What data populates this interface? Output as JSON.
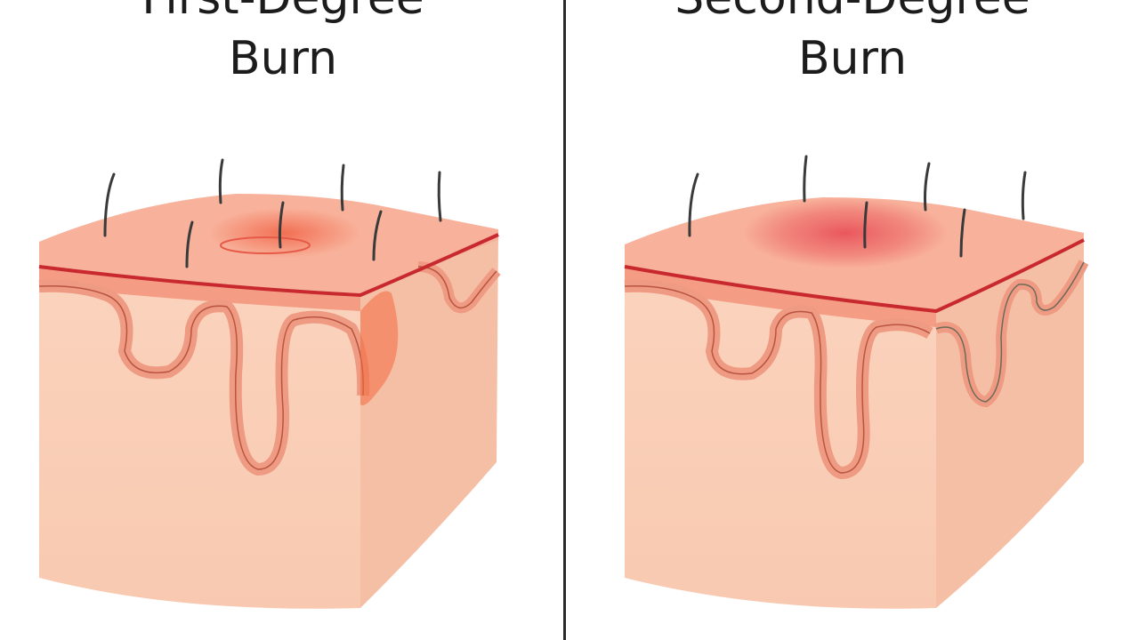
{
  "panels": [
    {
      "title_line1": "First-Degree",
      "title_line2": "Burn",
      "burn_color": "#f2603a"
    },
    {
      "title_line1": "Second-Degree",
      "title_line2": "Burn",
      "burn_color": "#e44a52"
    }
  ],
  "colors": {
    "skin_front": "#fad0b8",
    "skin_side": "#f6bea4",
    "skin_top": "#f7a88e",
    "dermis_band": "#f59c84",
    "epidermis_line": "#c8292f",
    "hair": "#3a3a3a",
    "divider": "#2b2b2b"
  }
}
